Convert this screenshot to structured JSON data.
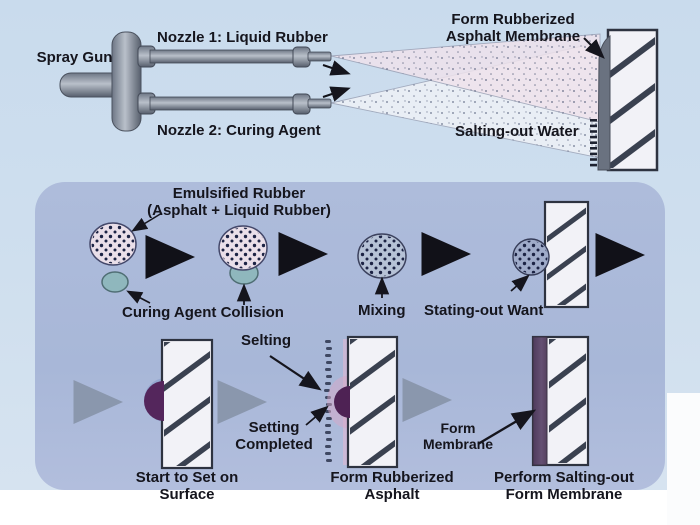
{
  "top_section": {
    "spray_gun_label": "Spray Gun",
    "nozzle1_label": "Nozzle 1: Liquid Rubber",
    "nozzle2_label": "Nozzle 2: Curing Agent",
    "membrane_label_line1": "Form Rubberized",
    "membrane_label_line2": "Asphalt Membrane",
    "salting_out_water_label": "Salting-out Water"
  },
  "process_panel": {
    "emulsified_line1": "Emulsified Rubber",
    "emulsified_line2": "(Asphalt + Liquid Rubber)",
    "curing_agent_label": "Curing Agent Collision",
    "mixing_label": "Mixing",
    "stating_out_label": "Stating-out Want",
    "selting_label": "Selting",
    "setting_completed_line1": "Setting",
    "setting_completed_line2": "Completed",
    "start_set_line1": "Start to Set on",
    "start_set_line2": "Surface",
    "form_asphalt_line1": "Form Rubberized",
    "form_asphalt_line2": "Asphalt",
    "form_membrane_line1": "Form",
    "form_membrane_line2": "Membrane",
    "perform_line1": "Perform Salting-out",
    "perform_line2": "Form Membrane"
  },
  "colors": {
    "background_blue": "#cfdfee",
    "panel_blue": "#aab9d9",
    "text_dark": "#15151d",
    "wall_stripe": "#3a4150",
    "membrane_gray": "#6a7280",
    "curing_agent_teal": "#8fb7bd",
    "emulsion_pink": "#eadfe9",
    "mixed_blue": "#b6c2d6",
    "set_purple": "#54265c",
    "membrane_purple": "#5e4668",
    "gray_arrow": "#8a97ad",
    "black_arrow": "#111118"
  }
}
